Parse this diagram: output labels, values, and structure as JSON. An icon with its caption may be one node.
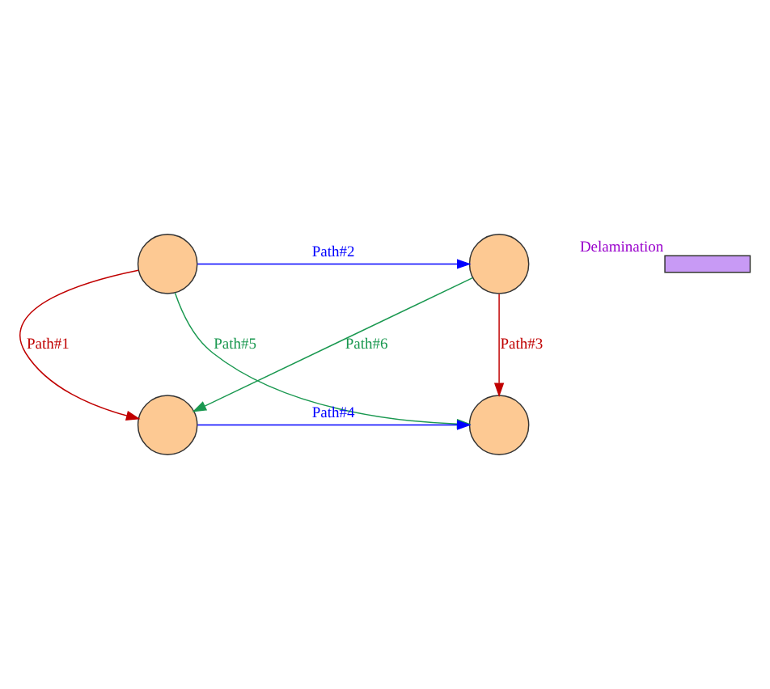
{
  "diagram": {
    "nodes": [
      {
        "text": [],
        "shape": "circle"
      },
      {
        "text": [],
        "shape": "circle"
      },
      {
        "text": [],
        "shape": "bar",
        "beside": [
          "Delamination"
        ]
      },
      {
        "text": [],
        "shape": "circle"
      },
      {
        "text": [],
        "shape": "circle"
      }
    ],
    "edges": [
      {
        "from": 0,
        "to": 3,
        "arrow": "to",
        "label": "Path#1",
        "color": "#c00000"
      },
      {
        "from": 0,
        "to": 1,
        "arrow": "to",
        "label": "Path#2",
        "color": "#0000ff"
      },
      {
        "from": 1,
        "to": 4,
        "arrow": "to",
        "label": "Path#3",
        "color": "#c00000"
      },
      {
        "from": 3,
        "to": 4,
        "arrow": "to",
        "label": "Path#4",
        "color": "#0000ff"
      },
      {
        "from": 0,
        "to": 4,
        "arrow": "to",
        "label": "Path#5",
        "color": "#1a9850"
      },
      {
        "from": 1,
        "to": 3,
        "arrow": "to",
        "label": "Path#6",
        "color": "#1a9850"
      }
    ]
  }
}
